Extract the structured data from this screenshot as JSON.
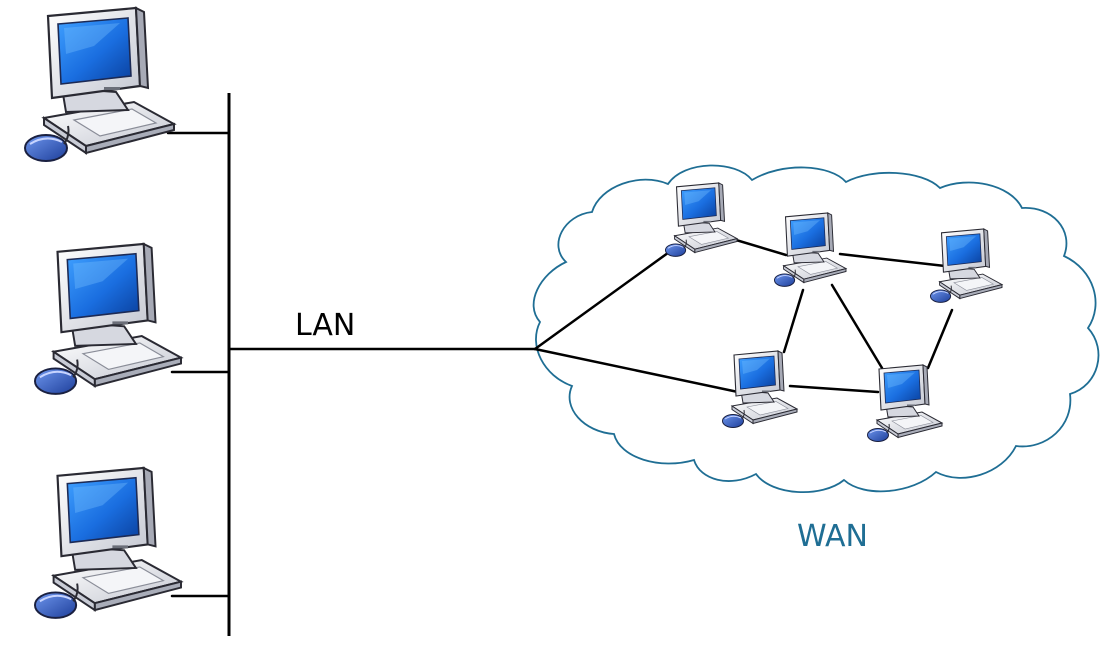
{
  "labels": {
    "lan": "LAN",
    "wan": "WAN"
  },
  "colors": {
    "wan_accent": "#1f6e94",
    "screen": "#1a6ee0",
    "screen_dark": "#0a3f9c",
    "case": "#e8e9ee",
    "case_shadow": "#b9bcc8",
    "mouse": "#2f5cc8"
  },
  "icons": {
    "computer": "desktop-computer-icon",
    "cloud": "cloud-shape"
  }
}
